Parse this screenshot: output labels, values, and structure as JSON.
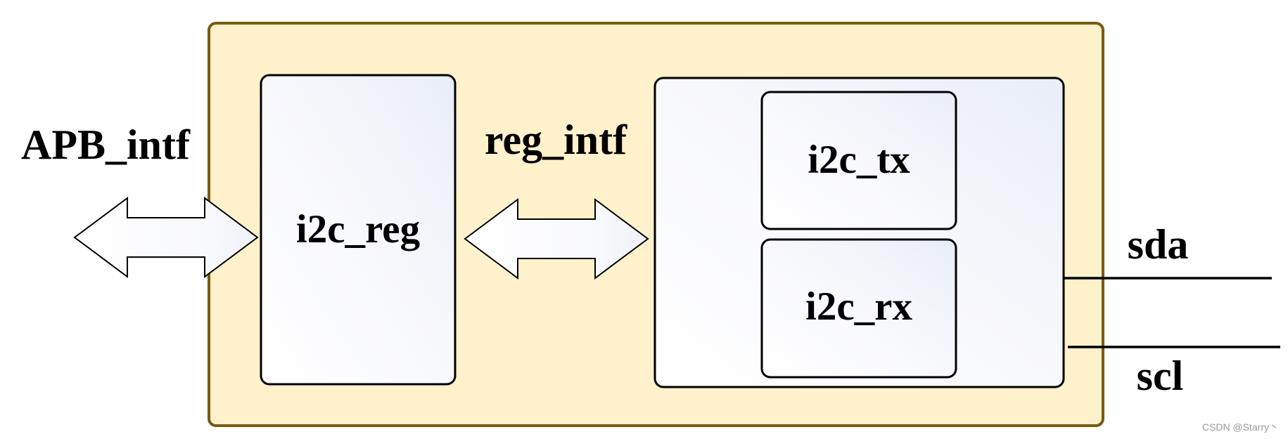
{
  "labels": {
    "apb_intf": "APB_intf",
    "reg_intf": "reg_intf",
    "i2c_reg": "i2c_reg",
    "i2c_tx": "i2c_tx",
    "i2c_rx": "i2c_rx",
    "sda": "sda",
    "scl": "scl"
  },
  "watermark": "CSDN @Starry丶",
  "colors": {
    "outer_fill": "#fff1cc",
    "outer_stroke": "#7a5a10",
    "box_stroke": "#000000",
    "box_gradient_light": "#ffffff",
    "box_gradient_tint": "#e8edf8"
  }
}
